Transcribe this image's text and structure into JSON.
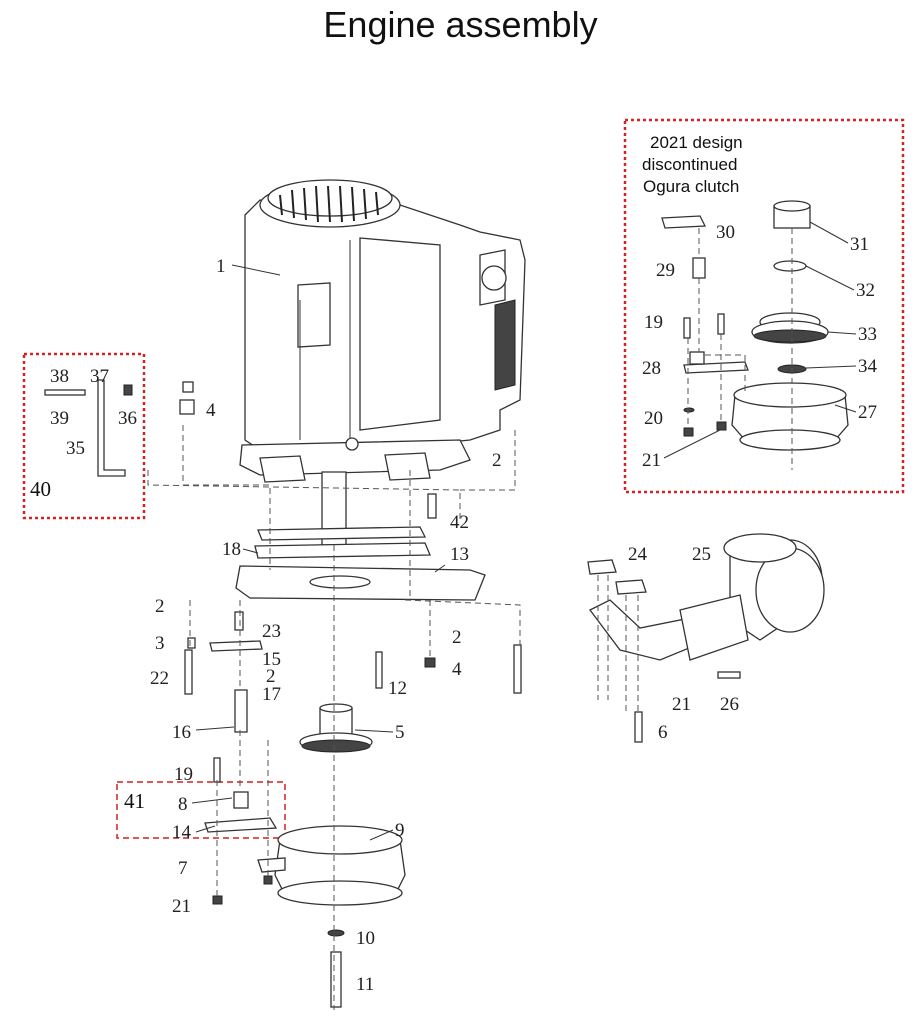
{
  "title": "Engine assembly",
  "note_lines": [
    "2021 design",
    "discontinued",
    "Ogura clutch"
  ],
  "group_labels": [
    "40",
    "41"
  ],
  "colors": {
    "group_box": "#d22222",
    "line": "#333333",
    "text": "#111111"
  },
  "callouts": [
    "1",
    "2",
    "2",
    "2",
    "2",
    "2",
    "3",
    "4",
    "4",
    "5",
    "6",
    "7",
    "8",
    "9",
    "10",
    "11",
    "12",
    "13",
    "14",
    "15",
    "16",
    "17",
    "18",
    "19",
    "19",
    "20",
    "21",
    "21",
    "21",
    "22",
    "23",
    "24",
    "25",
    "26",
    "27",
    "28",
    "29",
    "30",
    "31",
    "32",
    "33",
    "34",
    "35",
    "36",
    "37",
    "38",
    "39",
    "42"
  ]
}
